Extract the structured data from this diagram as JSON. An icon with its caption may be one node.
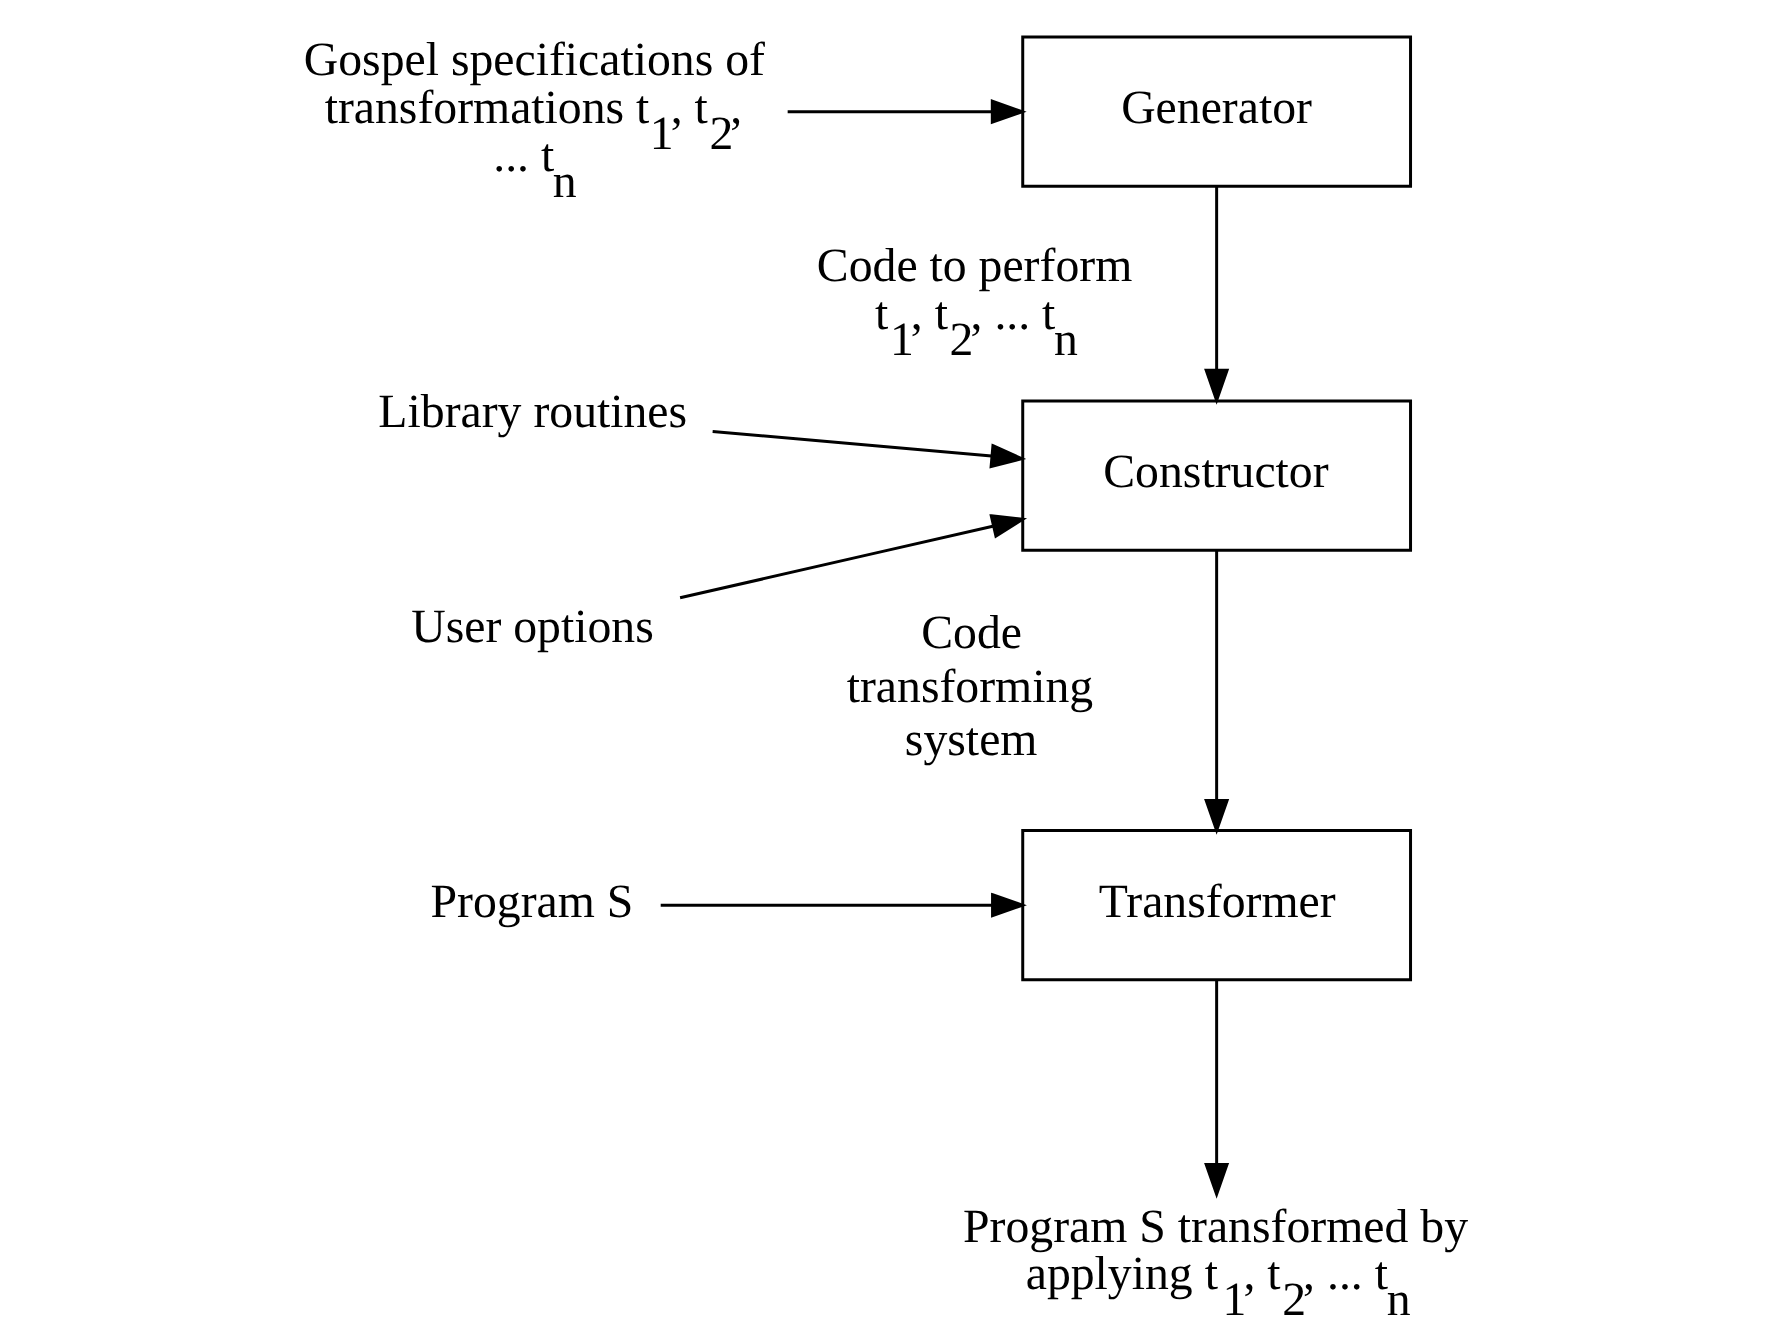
{
  "diagram": {
    "nodes": [
      {
        "text": [
          "Gospel specifications of transformations t$_{1}$, t$_{2}$, ... t$_{n}$"
        ]
      },
      {
        "text": [
          "Generator"
        ]
      },
      {
        "text": [
          "Library routines"
        ]
      },
      {
        "text": [
          "User options"
        ]
      },
      {
        "text": [
          "Constructor"
        ]
      },
      {
        "text": [
          "Program S"
        ]
      },
      {
        "text": [
          "Transformer"
        ]
      },
      {
        "text": [
          "Program S transformed by applying t$_{1}$, t$_{2}$, ... t$_{n}$"
        ]
      }
    ],
    "edges": [
      {
        "from": 0,
        "to": 1,
        "arrow": "to"
      },
      {
        "from": 1,
        "to": 4,
        "arrow": "to",
        "label": "Code to perform t$_{1}$, t$_{2}$, ... t$_{n}$"
      },
      {
        "from": 2,
        "to": 4,
        "arrow": "to"
      },
      {
        "from": 3,
        "to": 4,
        "arrow": "to"
      },
      {
        "from": 4,
        "to": 6,
        "arrow": "to",
        "label": "Code transforming system"
      },
      {
        "from": 5,
        "to": 6,
        "arrow": "to"
      },
      {
        "from": 6,
        "to": 7,
        "arrow": "to"
      }
    ]
  }
}
